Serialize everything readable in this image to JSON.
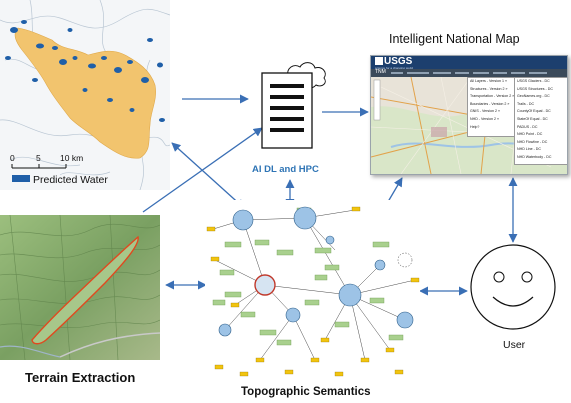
{
  "water_map": {
    "scale_labels": [
      "0",
      "5",
      "10 km"
    ],
    "legend_label": "Predicted Water"
  },
  "ai": {
    "label": "AI DL and HPC"
  },
  "national_map": {
    "title": "Intelligent National Map",
    "logo_text": "USGS",
    "logo_tagline": "science for a changing world",
    "app_name": "TNM",
    "layers_menu": [
      "All Layers - Version 1 »",
      "Structures - Version 2 »",
      "Transportation - Version 2 »",
      "Boundaries - Version 2 »",
      "GNIS - Version 2 »",
      "NHD - Version 2 »",
      "Help?"
    ],
    "services_menu": [
      "USGS Glaciers - DC",
      "USGS Structures - DC",
      "GeoNames.org - DC",
      "Trails - DC",
      "CountyOf Equal - DC",
      "StateOf Equal - DC",
      "PADUS - DC",
      "NHD Point - DC",
      "NHD Flowline - DC",
      "NHD Line - DC",
      "NHD Waterbody - DC"
    ]
  },
  "terrain": {
    "label": "Terrain Extraction"
  },
  "semantics": {
    "label": "Topographic Semantics"
  },
  "user": {
    "label": "User"
  },
  "colors": {
    "arrow": "#3a6fb5",
    "water_area": "#f2c46e",
    "predicted_water": "#1f5fa8",
    "ai_label": "#2e74b5",
    "graph_node": "#9dc3e6",
    "graph_node_highlight": "#c0392b",
    "graph_label": "#a9d08e",
    "graph_leaf": "#f1c40f"
  }
}
